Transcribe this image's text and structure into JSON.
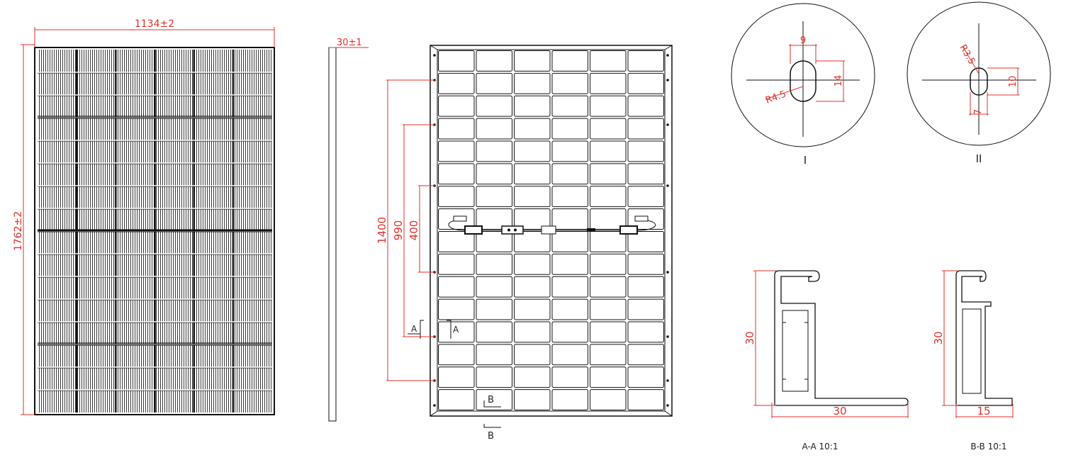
{
  "colors": {
    "dimension": "#e0302a",
    "line": "#111111",
    "background": "#ffffff"
  },
  "front_view": {
    "width_dim": "1134±2",
    "height_dim": "1762±2"
  },
  "side_view": {
    "thickness_dim": "30±1"
  },
  "back_view": {
    "dim_outer": "1400",
    "dim_middle": "990",
    "dim_inner": "400",
    "section_a_left": "A",
    "section_a_right": "A",
    "section_b_top": "B",
    "section_b_bottom": "B"
  },
  "detail_1": {
    "label": "I",
    "dim_width": "9",
    "dim_height": "14",
    "radius": "R4.5"
  },
  "detail_2": {
    "label": "II",
    "dim_radius": "R3.5",
    "dim_height": "10",
    "dim_width": "7"
  },
  "section_aa": {
    "label": "A-A 10:1",
    "height_dim": "30",
    "width_dim": "30"
  },
  "section_bb": {
    "label": "B-B 10:1",
    "height_dim": "30",
    "width_dim": "15"
  }
}
